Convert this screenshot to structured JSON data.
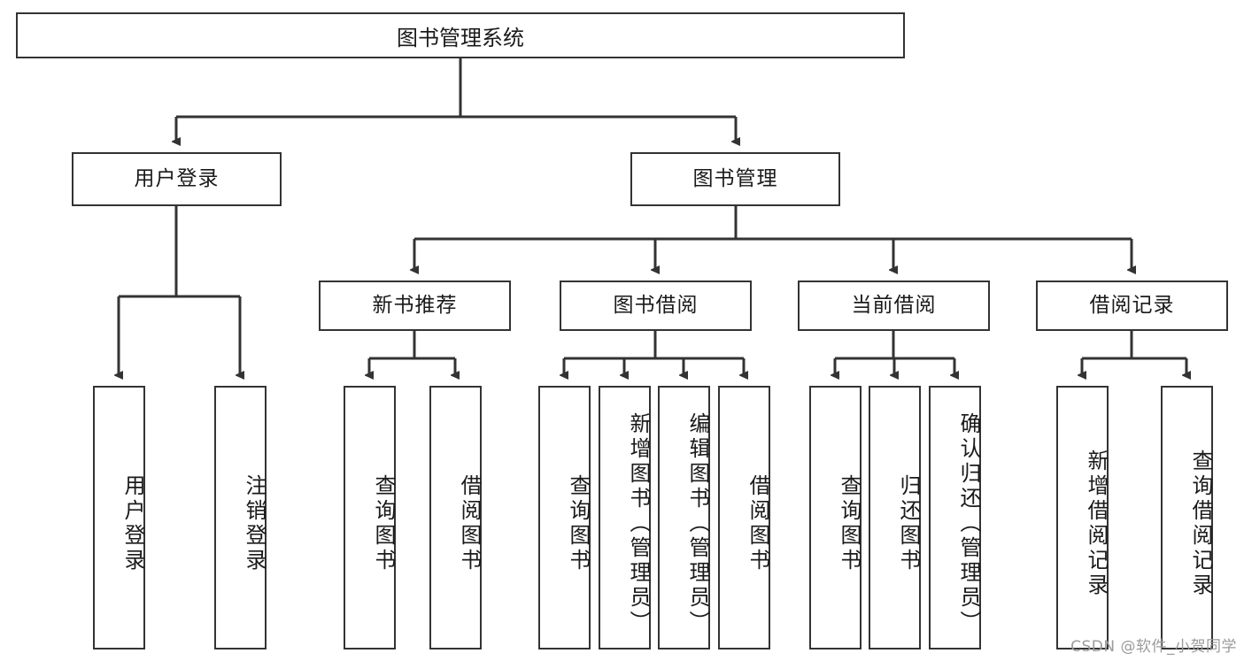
{
  "diagram": {
    "type": "tree",
    "title": "图书管理系统",
    "orientation": "top-down",
    "colors": {
      "background": "#ffffff",
      "box_border": "#333333",
      "box_fill": "#ffffff",
      "edge": "#333333",
      "text": "#1a1a1a",
      "watermark": "#9b9b9b"
    }
  },
  "root": {
    "label": "图书管理系统"
  },
  "level2": [
    {
      "label": "用户登录"
    },
    {
      "label": "图书管理"
    }
  ],
  "level3": [
    {
      "label": "新书推荐"
    },
    {
      "label": "图书借阅"
    },
    {
      "label": "当前借阅"
    },
    {
      "label": "借阅记录"
    }
  ],
  "leaves": {
    "user_login": [
      {
        "label": "用户登录"
      },
      {
        "label": "注销登录"
      }
    ],
    "new_book_recommend": [
      {
        "label": "查询图书"
      },
      {
        "label": "借阅图书"
      }
    ],
    "book_borrow": [
      {
        "label": "查询图书"
      },
      {
        "label": "新增图书（管理员）"
      },
      {
        "label": "编辑图书（管理员）"
      },
      {
        "label": "借阅图书"
      }
    ],
    "current_borrow": [
      {
        "label": "查询图书"
      },
      {
        "label": "归还图书"
      },
      {
        "label": "确认归还（管理员）"
      }
    ],
    "borrow_record": [
      {
        "label": "新增借阅记录"
      },
      {
        "label": "查询借阅记录"
      }
    ]
  },
  "watermark": {
    "text": "CSDN @软件_小贺同学"
  }
}
